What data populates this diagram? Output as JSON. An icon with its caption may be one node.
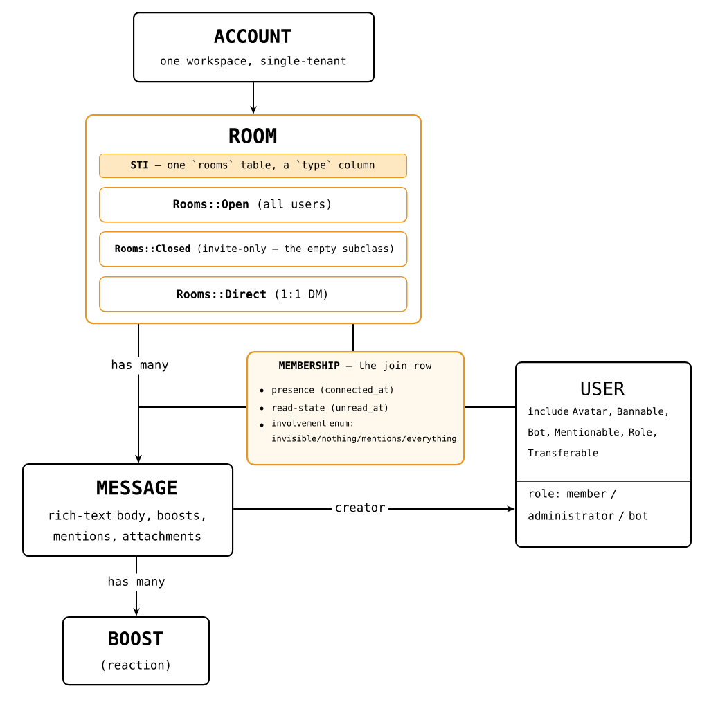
{
  "diagram": {
    "nodes": [
      {
        "text": [
          "ACCOUNT",
          "one workspace, single-tenant"
        ]
      },
      {
        "text": [
          "ROOM"
        ]
      },
      {
        "text": [
          "**STI** — one `rooms` table, a `type` column"
        ],
        "in": 1
      },
      {
        "text": [
          "**Rooms::Open** (all users)"
        ],
        "in": 1
      },
      {
        "text": [
          "**Rooms::Closed** (invite-only — the empty subclass)"
        ],
        "in": 1
      },
      {
        "text": [
          "**Rooms::Direct** (1:1 DM)"
        ],
        "in": 1
      },
      {
        "text": [
          "**MEMBERSHIP** — the join row",
          "presence (connected_at)",
          "read-state (unread_at)",
          "involvement enum: invisible/nothing/mentions/everything"
        ]
      },
      {
        "text": [
          "USER",
          "include Avatar, Bannable, Bot, Mentionable, Role, Transferable",
          "role: member / administrator / bot"
        ]
      },
      {
        "text": [
          "MESSAGE",
          "rich-text body, boosts, mentions, attachments"
        ]
      },
      {
        "text": [
          "BOOST",
          "(reaction)"
        ]
      }
    ],
    "edges": [
      {
        "from": 0,
        "to": 1,
        "arrow": "to"
      },
      {
        "from": 1,
        "to": 8,
        "arrow": "to",
        "label": "has many"
      },
      {
        "from": 1,
        "to": 6,
        "arrow": "none"
      },
      {
        "from": 6,
        "to": 8,
        "arrow": "to"
      },
      {
        "from": 6,
        "to": 7,
        "arrow": "none"
      },
      {
        "from": 8,
        "to": 7,
        "arrow": "to",
        "label": "creator"
      },
      {
        "from": 8,
        "to": 9,
        "arrow": "to",
        "label": "has many"
      }
    ]
  }
}
